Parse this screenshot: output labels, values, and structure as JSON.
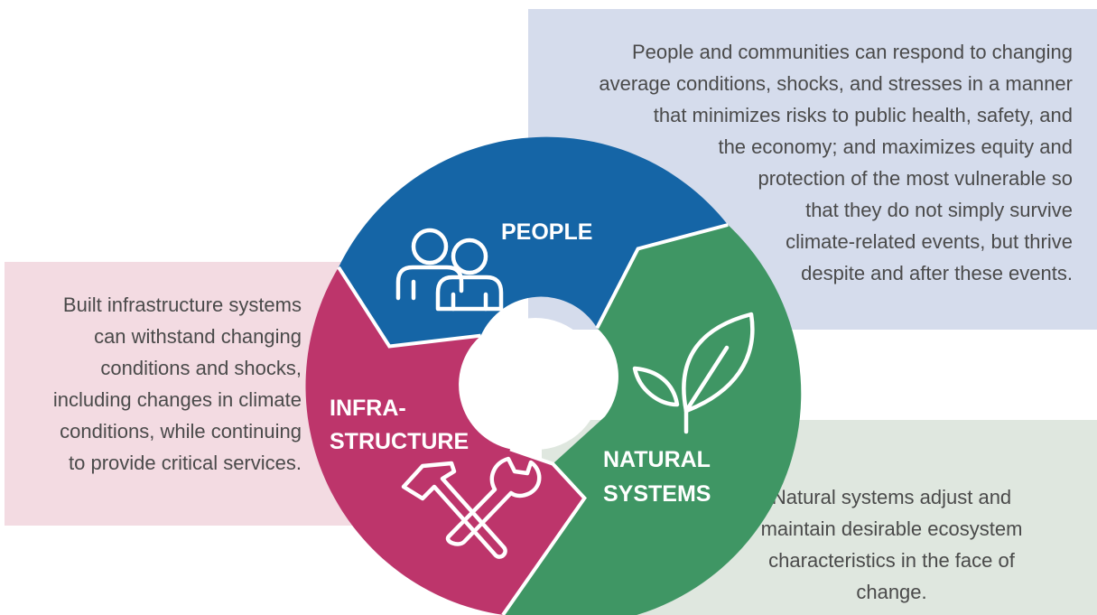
{
  "colors": {
    "people": "#1565a6",
    "infrastructure": "#bd356b",
    "natural": "#3f9664",
    "people_panel": "#d5dcec",
    "infrastructure_panel": "#f3dbe2",
    "natural_panel": "#dfe7df"
  },
  "segments": {
    "people": {
      "label": "PEOPLE",
      "icon": "people-icon"
    },
    "infrastructure": {
      "label_line1": "INFRA-",
      "label_line2": "STRUCTURE",
      "icon": "hammer-wrench-icon"
    },
    "natural": {
      "label_line1": "NATURAL",
      "label_line2": "SYSTEMS",
      "icon": "leaf-icon"
    }
  },
  "descriptions": {
    "people": "People and communities can respond to changing\naverage conditions, shocks, and stresses in a manner\nthat minimizes risks to public health, safety, and\nthe economy; and maximizes equity and\nprotection of the most vulnerable so\nthat they do not simply survive\nclimate-related events, but thrive\ndespite and after these events.",
    "infrastructure": "Built infrastructure systems\ncan withstand changing\nconditions and shocks,\nincluding changes in climate\nconditions, while continuing\nto provide critical services.",
    "natural": "Natural systems adjust and\nmaintain desirable ecosystem\ncharacteristics in the face of\nchange."
  }
}
